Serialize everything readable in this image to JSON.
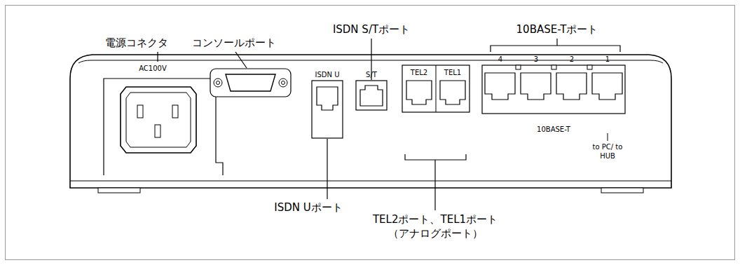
{
  "diagram": {
    "labels": [
      "電源コネクタ",
      "コンソールポート",
      "ISDN S/Tポート",
      "10BASE-Tポート",
      "AC100V",
      "ISDN U",
      "S/T",
      "TEL2",
      "TEL1",
      "4",
      "3",
      "2",
      "1",
      "10BASE-T",
      "to PC/ to HUB",
      "ISDN Uポート",
      "TEL2ポート、TEL1ポート （アナログポート）"
    ]
  }
}
